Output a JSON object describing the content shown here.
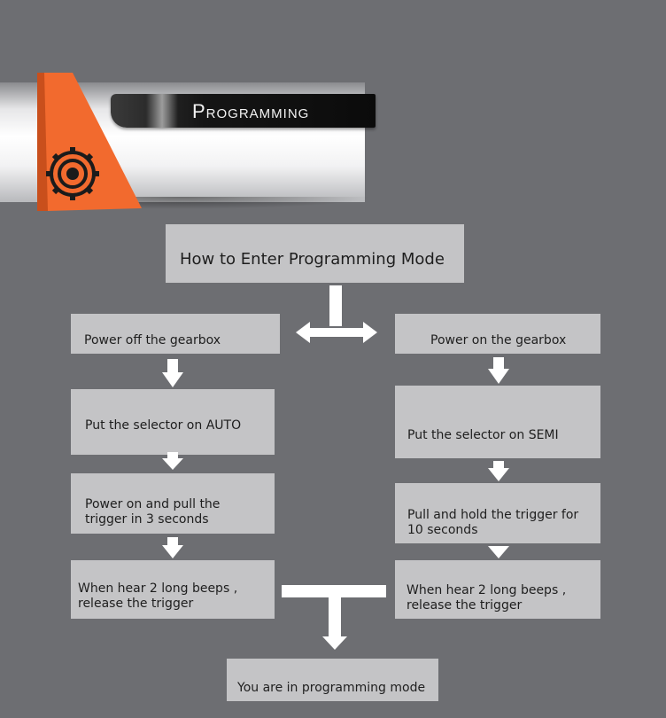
{
  "banner": {
    "title": "Programming"
  },
  "icons": {
    "gear": "gear-icon"
  },
  "colors": {
    "background": "#6d6e72",
    "box": "#c4c4c6",
    "accent": "#f26a2e",
    "arrow": "#ffffff"
  },
  "diagram": {
    "start": "How to Enter Programming Mode",
    "left_steps": [
      "Power off the gearbox",
      "Put the selector on AUTO",
      "Power on and pull the trigger in 3 seconds",
      "When hear 2 long beeps , release the trigger"
    ],
    "right_steps": [
      "Power on the gearbox",
      "Put the selector on SEMI",
      "Pull and hold the trigger for 10 seconds",
      "When hear 2 long beeps , release the trigger"
    ],
    "end": "You are in programming mode"
  }
}
